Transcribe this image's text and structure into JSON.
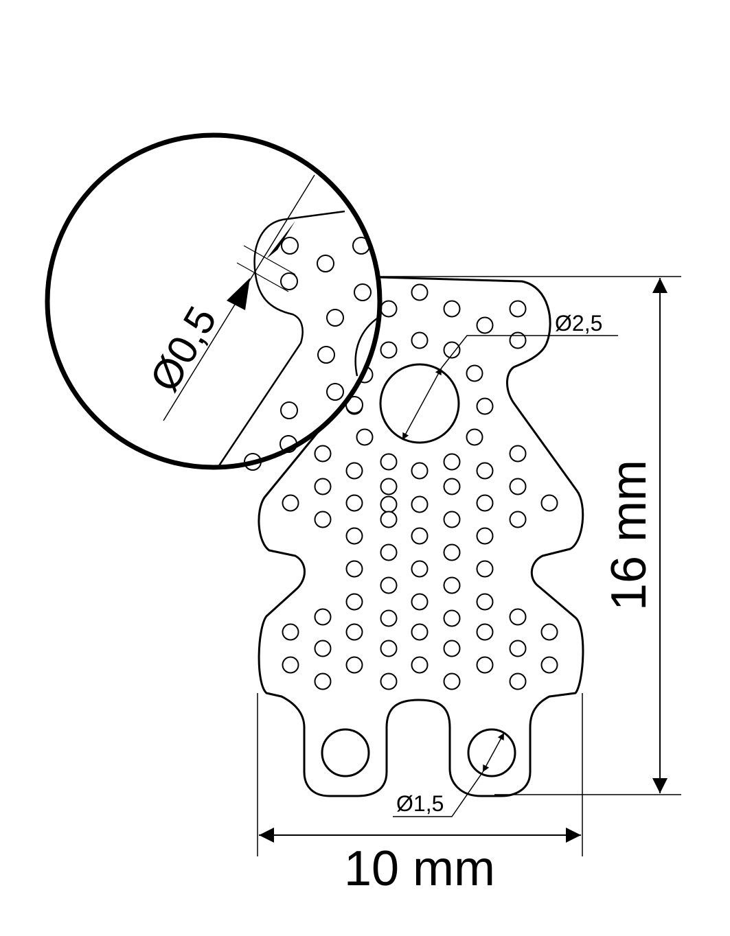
{
  "dimensions": {
    "width_label": "10 mm",
    "height_label": "16 mm",
    "large_hole_label": "Ø2,5",
    "small_hole_label": "Ø1,5",
    "micro_hole_label": "Ø0,5"
  },
  "colors": {
    "line": "#000000",
    "background": "#ffffff"
  }
}
